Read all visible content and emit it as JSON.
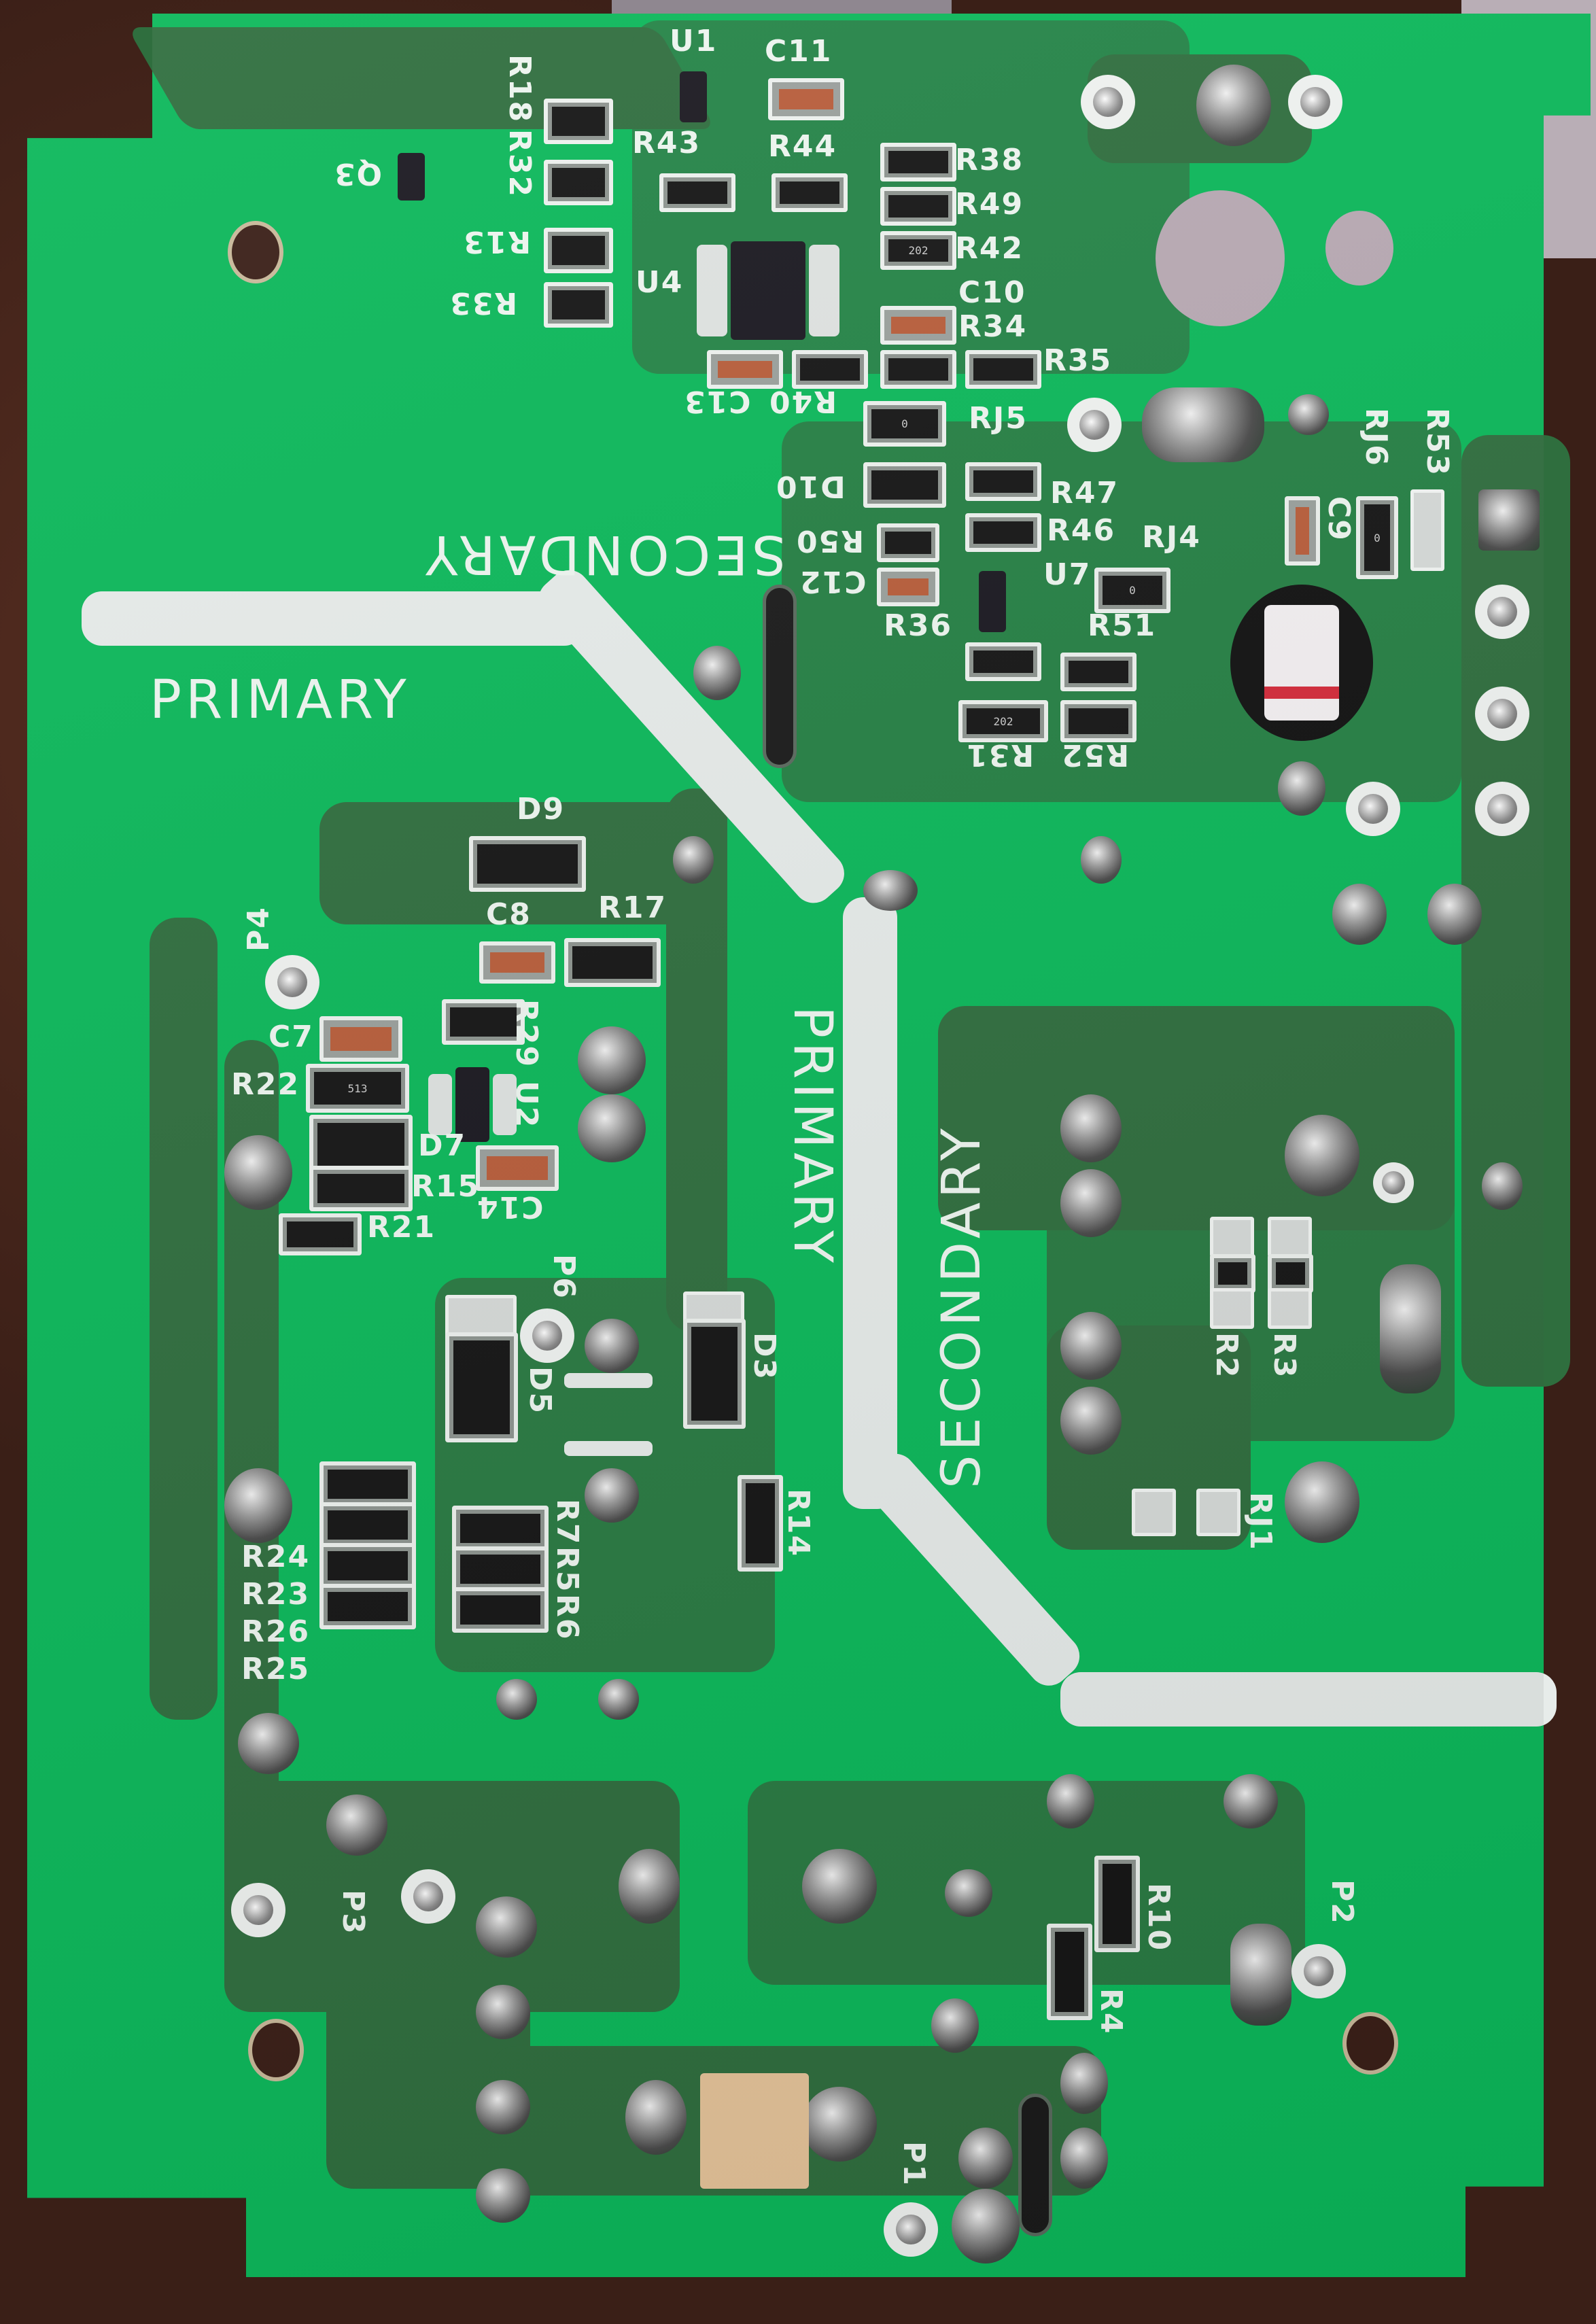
{
  "scene": {
    "description": "Solder side of a switch-mode power supply PCB on a brown surface",
    "board_color": "#0bb85a",
    "copper_color": "#2f6e3e",
    "silkscreen_color": "#eef6f0",
    "background_color": "#3a1f17"
  },
  "zones": {
    "primary_top": "PRIMARY",
    "secondary_top": "SECONDARY",
    "primary_vertical": "PRIMARY",
    "secondary_vertical": "SECONDARY"
  },
  "test_points": {
    "p1": "P1",
    "p2": "P2",
    "p3": "P3",
    "p4": "P4",
    "p6": "P6"
  },
  "components": {
    "top_left": {
      "q3": "Q3",
      "r18": "R18",
      "r32": "R32",
      "r13": "R13",
      "r33": "R33",
      "u4": "U4",
      "u1": "U1",
      "r43": "R43",
      "c11": "C11",
      "r44": "R44"
    },
    "top_right": {
      "r38": "R38",
      "r49": "R49",
      "r42": "R42",
      "c10": "C10",
      "r34": "R34",
      "r35": "R35",
      "c13": "C13",
      "r40": "R40",
      "rj5": "RJ5",
      "d10": "D10",
      "r47": "R47",
      "r50": "R50",
      "r46": "R46",
      "rj4": "RJ4",
      "c12": "C12",
      "u7": "U7",
      "r36": "R36",
      "r51": "R51",
      "r31": "R31",
      "r52": "R52",
      "rj6": "RJ6",
      "r53": "R53",
      "c9": "C9"
    },
    "primary_mid": {
      "d9": "D9",
      "c8": "C8",
      "r17": "R17",
      "c7": "C7",
      "r29": "R29",
      "u2": "U2",
      "r22": "R22",
      "d7": "D7",
      "r15": "R15",
      "c14": "C14",
      "r21": "R21",
      "d5": "D5",
      "d3": "D3",
      "r14": "R14",
      "r24": "R24",
      "r23": "R23",
      "r26": "R26",
      "r25": "R25",
      "r7": "R7",
      "r5": "R5",
      "r6": "R6"
    },
    "secondary_mid": {
      "r2": "R2",
      "r3": "R3",
      "rj1": "RJ1"
    },
    "bottom": {
      "r10": "R10",
      "r4": "R4"
    }
  },
  "smd_codes": {
    "rj5": "0",
    "rj4": "0",
    "rj6": "0",
    "r31": "202",
    "r42": "202",
    "r22": "513"
  }
}
